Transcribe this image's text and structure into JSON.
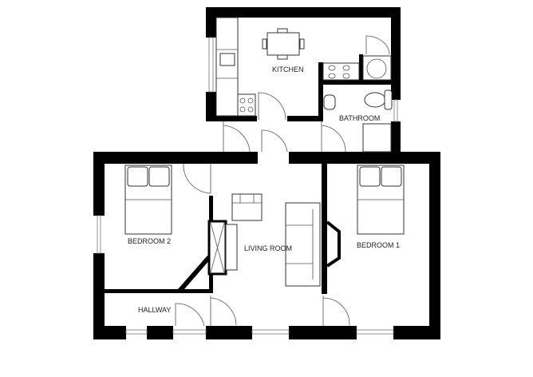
{
  "rooms": {
    "kitchen": "KITCHEN",
    "bathroom": "BATHROOM",
    "bedroom2": "BEDROOM 2",
    "living": "LIVING ROOM",
    "bedroom1": "BEDROOM 1",
    "hallway": "HALLWAY"
  }
}
